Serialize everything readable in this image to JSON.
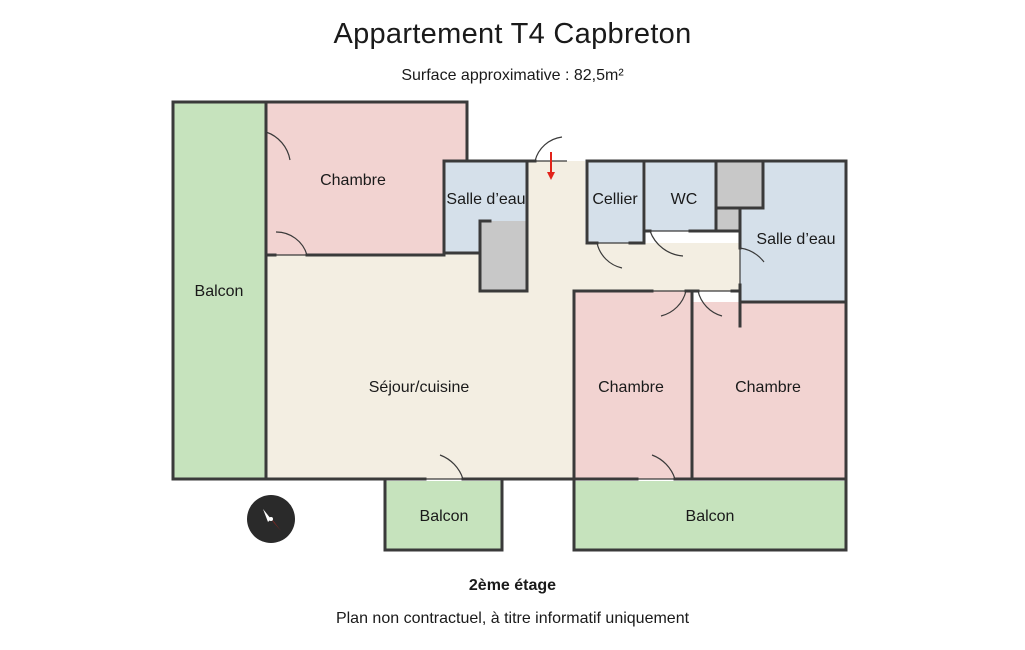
{
  "title": "Appartement T4 Capbreton",
  "subtitle": "Surface approximative : 82,5m²",
  "floor": "2ème étage",
  "disclaimer": "Plan non contractuel, à titre informatif uniquement",
  "colors": {
    "balcony": "#c6e3bd",
    "bedroom": "#f2d3d1",
    "living": "#f3eee2",
    "bathroom": "#d5e0ea",
    "duct": "#c8c8c8",
    "wall": "#3a3a3a",
    "entrance_arrow": "#e2231a"
  },
  "rooms": {
    "balcon_west": "Balcon",
    "chambre_north": "Chambre",
    "salle_eau_1": "Salle d’eau",
    "cellier": "Cellier",
    "wc": "WC",
    "salle_eau_2": "Salle d’eau",
    "sejour": "Séjour/cuisine",
    "chambre_middle": "Chambre",
    "chambre_east": "Chambre",
    "balcon_south_1": "Balcon",
    "balcon_south_2": "Balcon"
  },
  "icons": {
    "compass": "compass-icon",
    "entrance": "entrance-arrow-icon"
  }
}
